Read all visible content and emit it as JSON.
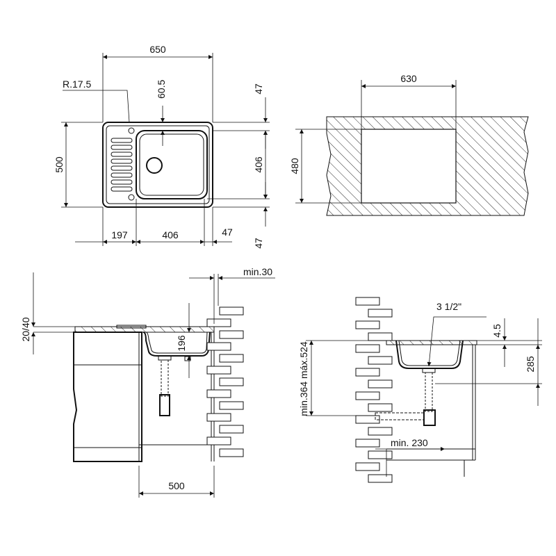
{
  "colors": {
    "line": "#111111",
    "background": "#ffffff"
  },
  "top_view": {
    "width": "650",
    "corner_radius": "R.17.5",
    "drain_offset": "60.5",
    "depth": "500",
    "bowl_height": "406",
    "edge_top": "47",
    "edge_bottom": "47",
    "drainer_width": "197",
    "bowl_width": "406",
    "edge_right": "47"
  },
  "cutout_view": {
    "width": "630",
    "height": "480"
  },
  "section_left": {
    "worktop": "20/40",
    "bowl_depth": "196",
    "wall_gap": "min.30",
    "cabinet_width": "500"
  },
  "section_right": {
    "drain_size": "3 1/2\"",
    "rim": "4.5",
    "drain_height": "285",
    "trap_height": "min.364 máx.524",
    "wall_clearance": "min. 230"
  }
}
